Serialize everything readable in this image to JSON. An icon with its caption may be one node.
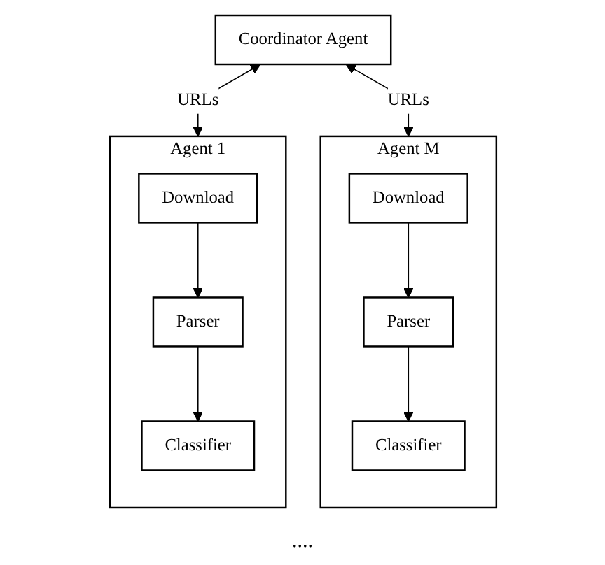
{
  "diagram": {
    "nodes": [
      {
        "text": [
          "Coordinator Agent"
        ]
      },
      {
        "text": [
          "Agent 1"
        ]
      },
      {
        "text": [
          "Download"
        ],
        "in": 1
      },
      {
        "text": [
          "Parser"
        ],
        "in": 1
      },
      {
        "text": [
          "Classifier"
        ],
        "in": 1
      },
      {
        "text": [
          "Agent M"
        ]
      },
      {
        "text": [
          "Download"
        ],
        "in": 5
      },
      {
        "text": [
          "Parser"
        ],
        "in": 5
      },
      {
        "text": [
          "Classifier"
        ],
        "in": 5
      }
    ],
    "edges": [
      {
        "from": 0,
        "to": 1,
        "arrow": "both",
        "label": "URLs"
      },
      {
        "from": 0,
        "to": 5,
        "arrow": "both",
        "label": "URLs"
      },
      {
        "from": 2,
        "to": 3,
        "arrow": "to"
      },
      {
        "from": 3,
        "to": 4,
        "arrow": "to"
      },
      {
        "from": 6,
        "to": 7,
        "arrow": "to"
      },
      {
        "from": 7,
        "to": 8,
        "arrow": "to"
      }
    ],
    "labels": [
      "...."
    ]
  }
}
